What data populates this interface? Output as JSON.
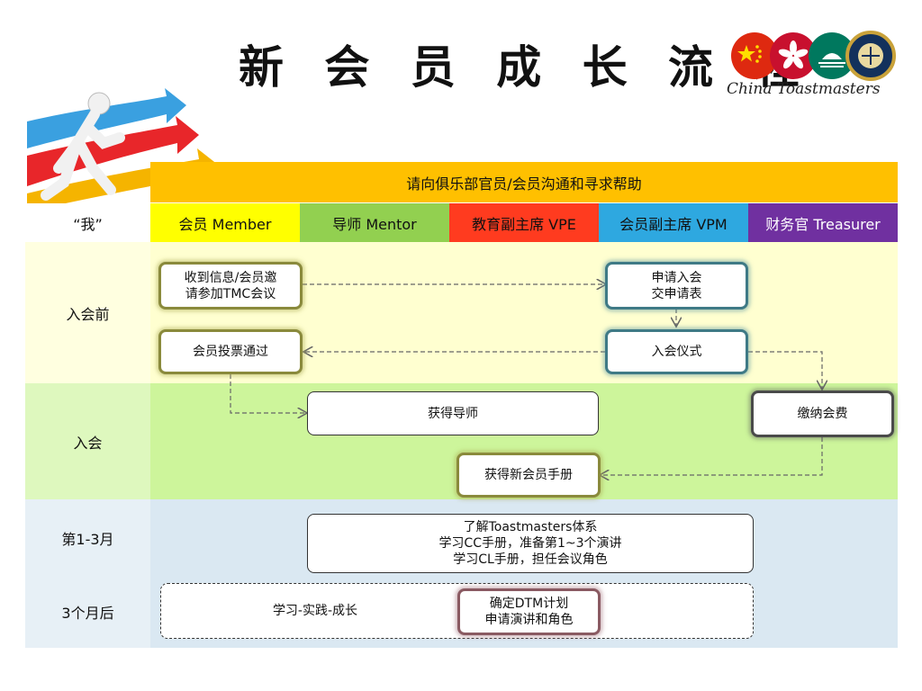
{
  "title": "新 会 员 成 长 流 程",
  "logo": {
    "text": "China Toastmasters"
  },
  "header": {
    "banner": "请向俱乐部官员/会员沟通和寻求帮助",
    "me_label": "“我”",
    "roles": [
      "会员 Member",
      "导师 Mentor",
      "教育副主席 VPE",
      "会员副主席 VPM",
      "财务官 Treasurer"
    ],
    "role_colors": [
      "#ffff00",
      "#92d050",
      "#ff3b1f",
      "#2ea8e0",
      "#7030a0"
    ]
  },
  "rows": [
    "入会前",
    "入会",
    "第1-3月",
    "3个月后"
  ],
  "boxes": {
    "receive_invite": [
      "收到信息/会员邀",
      "请参加TMC会议"
    ],
    "apply": [
      "申请入会",
      "交申请表"
    ],
    "vote": "会员投票通过",
    "ceremony": "入会仪式",
    "get_mentor": "获得导师",
    "pay_fee": "缴纳会费",
    "handbook": "获得新会员手册",
    "learn": [
      "了解Toastmasters体系",
      "学习CC手册，准备第1~3个演讲",
      "学习CL手册，担任会议角色"
    ],
    "grow": "学习-实践-成长",
    "dtm": [
      "确定DTM计划",
      "申请演讲和角色"
    ]
  }
}
